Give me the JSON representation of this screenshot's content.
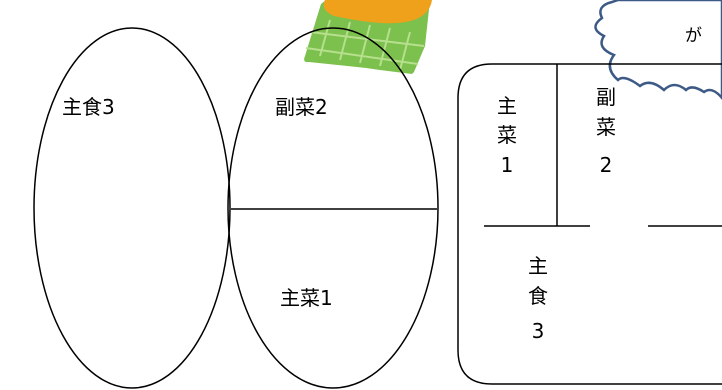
{
  "oval_diagram": {
    "left_oval_label": "主食3",
    "right_oval_top_label": "副菜2",
    "right_oval_bottom_label": "主菜1"
  },
  "box_diagram": {
    "top_left_chars": [
      "主",
      "菜",
      "1"
    ],
    "top_right_chars": [
      "副",
      "菜",
      "2"
    ],
    "bottom_chars": [
      "主",
      "食",
      "3"
    ]
  },
  "speech_bubble": {
    "text": "が"
  },
  "colors": {
    "bubble_outline": "#3d5a87",
    "food_orange": "#f0a11b",
    "food_green": "#7cc04d",
    "food_pattern": "#b6e08d"
  }
}
